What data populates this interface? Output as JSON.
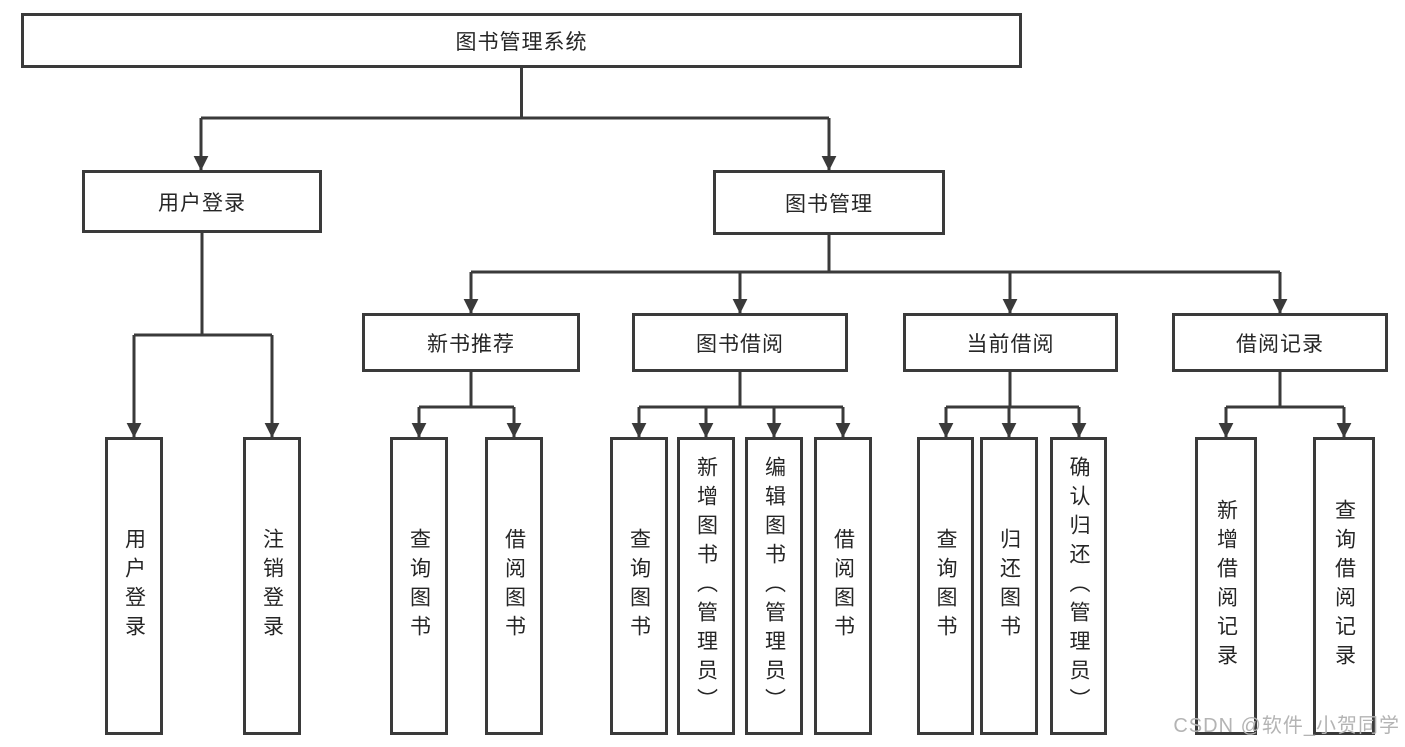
{
  "diagram": {
    "nodes": {
      "root": "图书管理系统",
      "user_login": "用户登录",
      "book_management": "图书管理",
      "new_book_recommend": "新书推荐",
      "book_borrow": "图书借阅",
      "current_borrow": "当前借阅",
      "borrow_records": "借阅记录"
    },
    "leaves": {
      "user_login": {
        "login": "用户登录",
        "logout": "注销登录"
      },
      "new_book_recommend": {
        "query_books": "查询图书",
        "borrow_books": "借阅图书"
      },
      "book_borrow": {
        "query_books": "查询图书",
        "add_books": "新增图书（管理员）",
        "edit_books": "编辑图书（管理员）",
        "borrow_books": "借阅图书"
      },
      "current_borrow": {
        "query_books": "查询图书",
        "return_books": "归还图书",
        "confirm_return": "确认归还（管理员）"
      },
      "borrow_records": {
        "add_record": "新增借阅记录",
        "query_record": "查询借阅记录"
      }
    },
    "colors": {
      "line": "#3a3a3a",
      "text": "#262626",
      "watermark": "#b4b4b4",
      "background": "#ffffff"
    }
  },
  "watermark": "CSDN @软件_小贺同学"
}
